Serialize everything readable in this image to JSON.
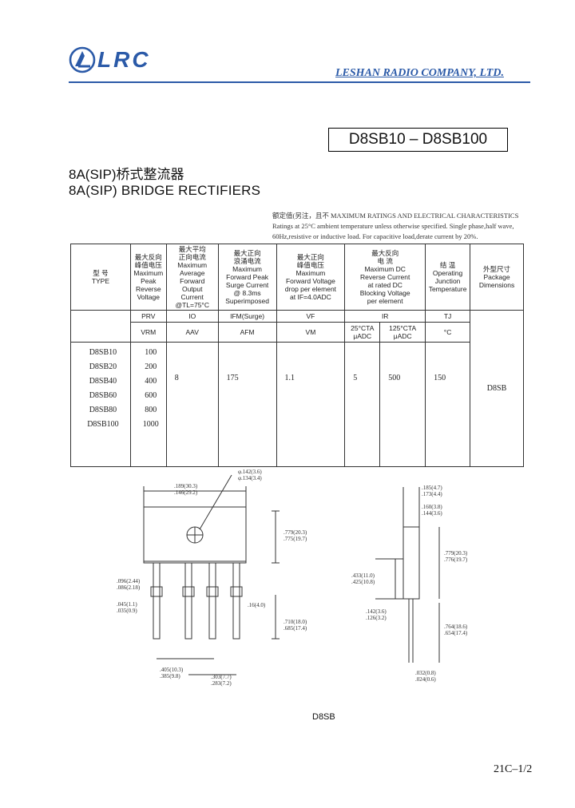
{
  "header": {
    "logo_text": "LRC",
    "company": "LESHAN RADIO COMPANY, LTD."
  },
  "part_range": "D8SB10 – D8SB100",
  "title_cn": "8A(SIP)桥式整流器",
  "title_en": "8A(SIP) BRIDGE RECTIFIERS",
  "ratings_note": [
    "额定值(另注，且不 MAXIMUM RATINGS AND ELECTRICAL CHARACTERISTICS",
    "Ratings at 25°C ambient temperature unless otherwise specified. Single phase,half wave,",
    "60Hz,resistive or inductive load. For capacitive load,derate current by 20%."
  ],
  "table": {
    "headers": [
      [
        "型 号",
        "TYPE"
      ],
      [
        "最大反向",
        "峰值电压",
        "Maximum",
        "Peak",
        "Reverse",
        "Voltage"
      ],
      [
        "最大平均",
        "正向电流",
        "Maximum",
        "Average",
        "Forward",
        "Output",
        "Current",
        "@TL=75°C"
      ],
      [
        "最大正向",
        "浪涌电流",
        "Maximum",
        "Forward Peak",
        "Surge Current",
        "@ 8.3ms",
        "Superimposed"
      ],
      [
        "最大正向",
        "峰值电压",
        "Maximum",
        "Forward Voltage",
        "drop per element",
        "at IF=4.0ADC"
      ],
      [
        "最大反向",
        "电 流",
        "Maximum DC",
        "Reverse Current",
        "at rated DC",
        "Blocking Voltage",
        "per element"
      ],
      [
        "结 温",
        "Operating",
        "Junction",
        "Temperature"
      ],
      [
        "外型尺寸",
        "Package",
        "Dimensions"
      ]
    ],
    "symbols": [
      "PRV",
      "IO",
      "IFM(Surge)",
      "VF",
      "IR",
      "TJ"
    ],
    "units": [
      "VRM",
      "AAV",
      "AFM",
      "VM",
      "25°CTA",
      "μADC",
      "125°CTA",
      "μADC",
      "°C"
    ],
    "types": [
      "D8SB10",
      "D8SB20",
      "D8SB40",
      "D8SB60",
      "D8SB80",
      "D8SB100"
    ],
    "prv": [
      "100",
      "200",
      "400",
      "600",
      "800",
      "1000"
    ],
    "io": "8",
    "ifsm": "175",
    "vf": "1.1",
    "ir25": "5",
    "ir125": "500",
    "tj": "150",
    "package": "D8SB"
  },
  "drawing": {
    "label": "D8SB",
    "dims_front": [
      ".189(30.3)",
      ".146(29.2)",
      "φ.142(3.6)",
      "φ.134(3.4)",
      ".779(20.3)",
      ".775(19.7)",
      ".096(2.44)",
      ".086(2.18)",
      ".045(1.1)",
      ".035(0.9)",
      ".710(18.0)",
      ".685(17.4)",
      ".405(10.3)",
      ".385(9.8)",
      ".303(7.7)",
      ".283(7.2)",
      ".16(4.0)"
    ],
    "dims_side": [
      ".185(4.7)",
      ".173(4.4)",
      ".160(3.8)",
      ".144(3.6)",
      ".779(20.3)",
      ".776(19.7)",
      ".433(11.0)",
      ".425(10.8)",
      ".142(3.6)",
      ".126(3.2)",
      ".764(18.6)",
      ".654(17.4)",
      ".032(0.8)",
      ".024(0.6)"
    ]
  },
  "page_number": "21C–1/2",
  "colors": {
    "brand": "#2b5aa8"
  }
}
